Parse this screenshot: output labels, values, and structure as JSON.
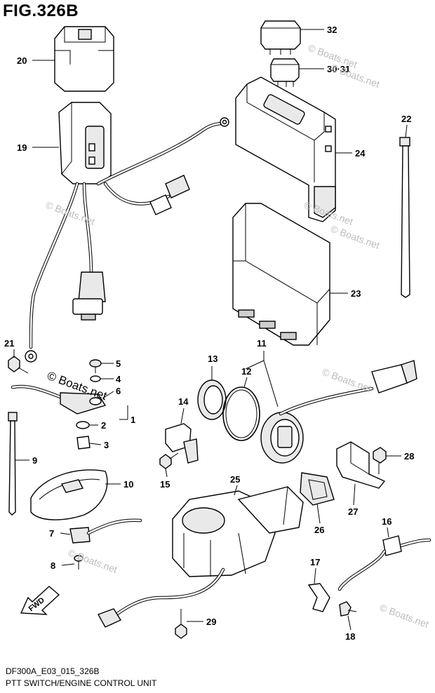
{
  "title": "FIG.326B",
  "footer": {
    "code": "DF300A_E03_015_326B",
    "name": "PTT SWITCH/ENGINE CONTROL UNIT"
  },
  "watermark": "© Boats.net",
  "fwd_label": "FWD",
  "callouts": {
    "c1": "1",
    "c2": "2",
    "c3": "3",
    "c4": "4",
    "c5": "5",
    "c6": "6",
    "c7": "7",
    "c8": "8",
    "c9": "9",
    "c10": "10",
    "c11": "11",
    "c12": "12",
    "c13": "13",
    "c14": "14",
    "c15": "15",
    "c16": "16",
    "c17": "17",
    "c18": "18",
    "c19": "19",
    "c20": "20",
    "c21": "21",
    "c22": "22",
    "c23": "23",
    "c24": "24",
    "c25": "25",
    "c26": "26",
    "c27": "27",
    "c28": "28",
    "c29": "29",
    "c30_31": "30·31",
    "c32": "32"
  }
}
